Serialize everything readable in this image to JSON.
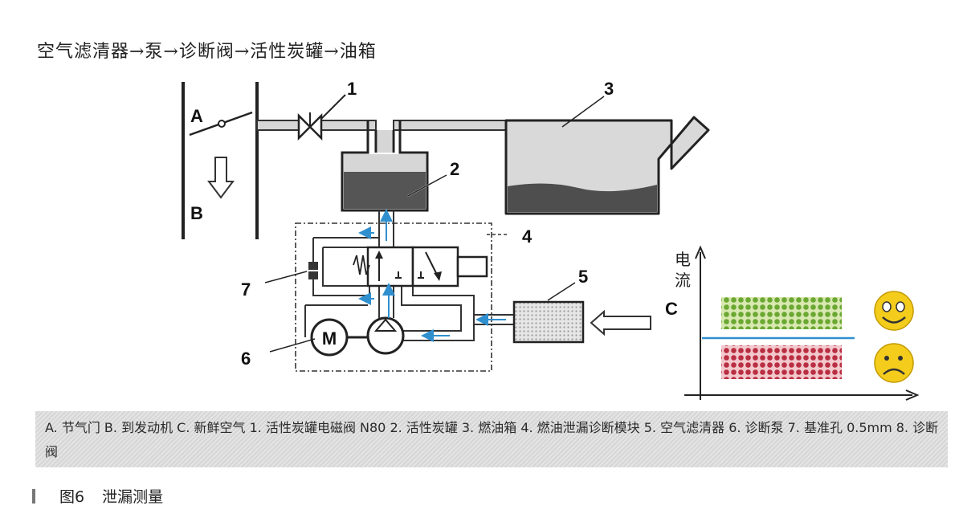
{
  "heading": "空气滤清器→泵→诊断阀→活性炭罐→油箱",
  "labels": {
    "A": "A",
    "B": "B",
    "C": "C",
    "n1": "1",
    "n2": "2",
    "n3": "3",
    "n4": "4",
    "n5": "5",
    "n6": "6",
    "n7": "7",
    "motor": "M"
  },
  "graph": {
    "ylabel_line1": "电",
    "ylabel_line2": "流"
  },
  "caption": "A. 节气门 B. 到发动机 C. 新鲜空气 1. 活性炭罐电磁阀 N80 2. 活性炭罐 3. 燃油箱 4. 燃油泄漏诊断模块 5. 空气滤清器 6. 诊断泵 7. 基准孔 0.5mm 8. 诊断阀",
  "figure": {
    "number": "图6",
    "title": "泄漏测量"
  },
  "colors": {
    "good_dots": "#7ab83a",
    "bad_dots": "#c0354a",
    "threshold_line": "#2f8fcf",
    "flow_arrows": "#2f8fcf",
    "smiley": "#f2c200"
  }
}
